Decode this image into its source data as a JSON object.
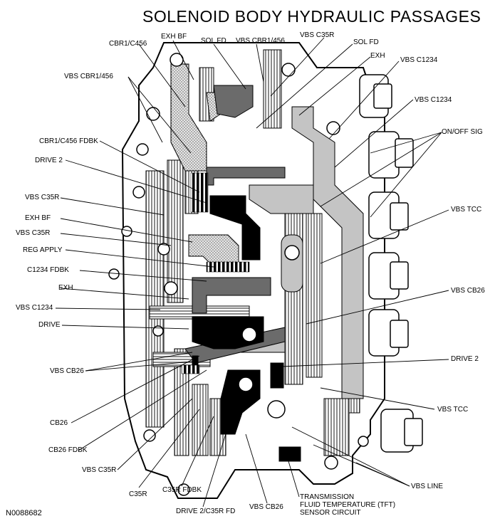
{
  "title": "SOLENOID BODY HYDRAULIC PASSAGES",
  "figure_id": "N0088682",
  "labels": {
    "cbr1_c456": "CBR1/C456",
    "exh_bf_top": "EXH BF",
    "sol_fd_top": "SOL FD",
    "vbs_cbr1_456_top": "VBS CBR1/456",
    "vbs_c35r_top": "VBS C35R",
    "sol_fd_right": "SOL FD",
    "exh_top_right": "EXH",
    "vbs_c1234_top": "VBS C1234",
    "vbs_cbr1_456_left": "VBS CBR1/456",
    "vbs_c1234_right": "VBS C1234",
    "on_off_sig": "ON/OFF SIG",
    "cbr1_c456_fdbk": "CBR1/C456 FDBK",
    "drive_2_left": "DRIVE 2",
    "vbs_c35r_left": "VBS C35R",
    "exh_bf_left": "EXH BF",
    "vbs_c35r_left2": "VBS C35R",
    "reg_apply": "REG APPLY",
    "c1234_fdbk": "C1234 FDBK",
    "exh_left": "EXH",
    "vbs_c1234_left": "VBS C1234",
    "drive_left": "DRIVE",
    "vbs_tcc_right": "VBS TCC",
    "vbs_cb26_right": "VBS CB26",
    "drive_2_right": "DRIVE 2",
    "vbs_cb26_left": "VBS CB26",
    "vbs_tcc_lower": "VBS TCC",
    "cb26": "CB26",
    "cb26_fdbk": "CB26 FDBK",
    "vbs_c35r_bottom": "VBS C35R",
    "vbs_line": "VBS LINE",
    "c35r": "C35R",
    "c35r_fdbk": "C35R FDBK",
    "drive_2_c35r_fd": "DRIVE 2/C35R FD",
    "vbs_cb26_bottom": "VBS CB26",
    "tft_line1": "TRANSMISSION",
    "tft_line2": "FLUID TEMPERATURE (TFT)",
    "tft_line3": "SENSOR CIRCUIT"
  },
  "legend_fills": {
    "black": "#000000",
    "dark_gray": "#6b6b6b",
    "light_gray": "#c4c4c4",
    "stipple": "#bdbdbd",
    "stripe": "#9a9a9a"
  }
}
